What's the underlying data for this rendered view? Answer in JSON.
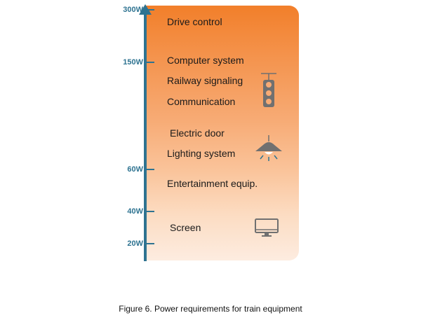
{
  "axis": {
    "ticks": [
      {
        "label": "300W",
        "top": 0
      },
      {
        "label": "150W",
        "top": 0
      },
      {
        "label": "60W",
        "top": 0
      },
      {
        "label": "40W",
        "top": 0
      },
      {
        "label": "20W",
        "top": 0
      }
    ]
  },
  "items": {
    "drive_control": "Drive control",
    "computer_system": "Computer system",
    "railway_signaling": "Railway signaling",
    "communication": "Communication",
    "electric_door": "Electric door",
    "lighting_system": "Lighting system",
    "entertainment": "Entertainment equip.",
    "screen": "Screen"
  },
  "icons": {
    "signal": "traffic-signal-icon",
    "lamp": "ceiling-lamp-icon",
    "screen": "monitor-icon"
  },
  "colors": {
    "axis": "#2e7391",
    "gradient_top": "#f27f2a",
    "gradient_bottom": "#fdece0",
    "icon": "#707070"
  },
  "caption": "Figure 6. Power requirements for train equipment"
}
